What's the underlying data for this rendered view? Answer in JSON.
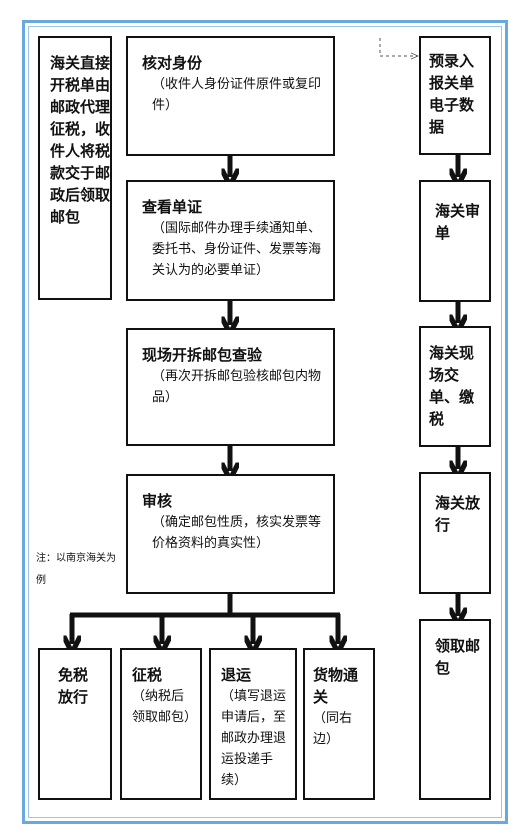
{
  "left_note": "海关直接开税单由邮政代理征税，收件人将税款交于邮政后领取邮包",
  "main_steps": [
    {
      "title": "核对身份",
      "detail": "（收件人身份证件原件或复印件）"
    },
    {
      "title": "查看单证",
      "detail": "（国际邮件办理手续通知单、委托书、身份证件、发票等海关认为的必要单证）"
    },
    {
      "title": "现场开拆邮包查验",
      "detail": "（再次开拆邮包验核邮包内物品）"
    },
    {
      "title": "审核",
      "detail": "（确定邮包性质，核实发票等价格资料的真实性）"
    }
  ],
  "outcomes": [
    {
      "title": "免税放行",
      "detail": ""
    },
    {
      "title": "征税",
      "detail": "（纳税后领取邮包）"
    },
    {
      "title": "退运",
      "detail": "（填写退运申请后，至邮政办理退运投递手续）"
    },
    {
      "title": "货物通关",
      "detail": "（同右边）"
    }
  ],
  "right_steps": [
    {
      "title": "预录入报关单电子数据"
    },
    {
      "title": "海关审单"
    },
    {
      "title": "海关现场交单、缴税"
    },
    {
      "title": "海关放行"
    },
    {
      "title": "领取邮包"
    }
  ],
  "note": "注：以南京海关为例"
}
